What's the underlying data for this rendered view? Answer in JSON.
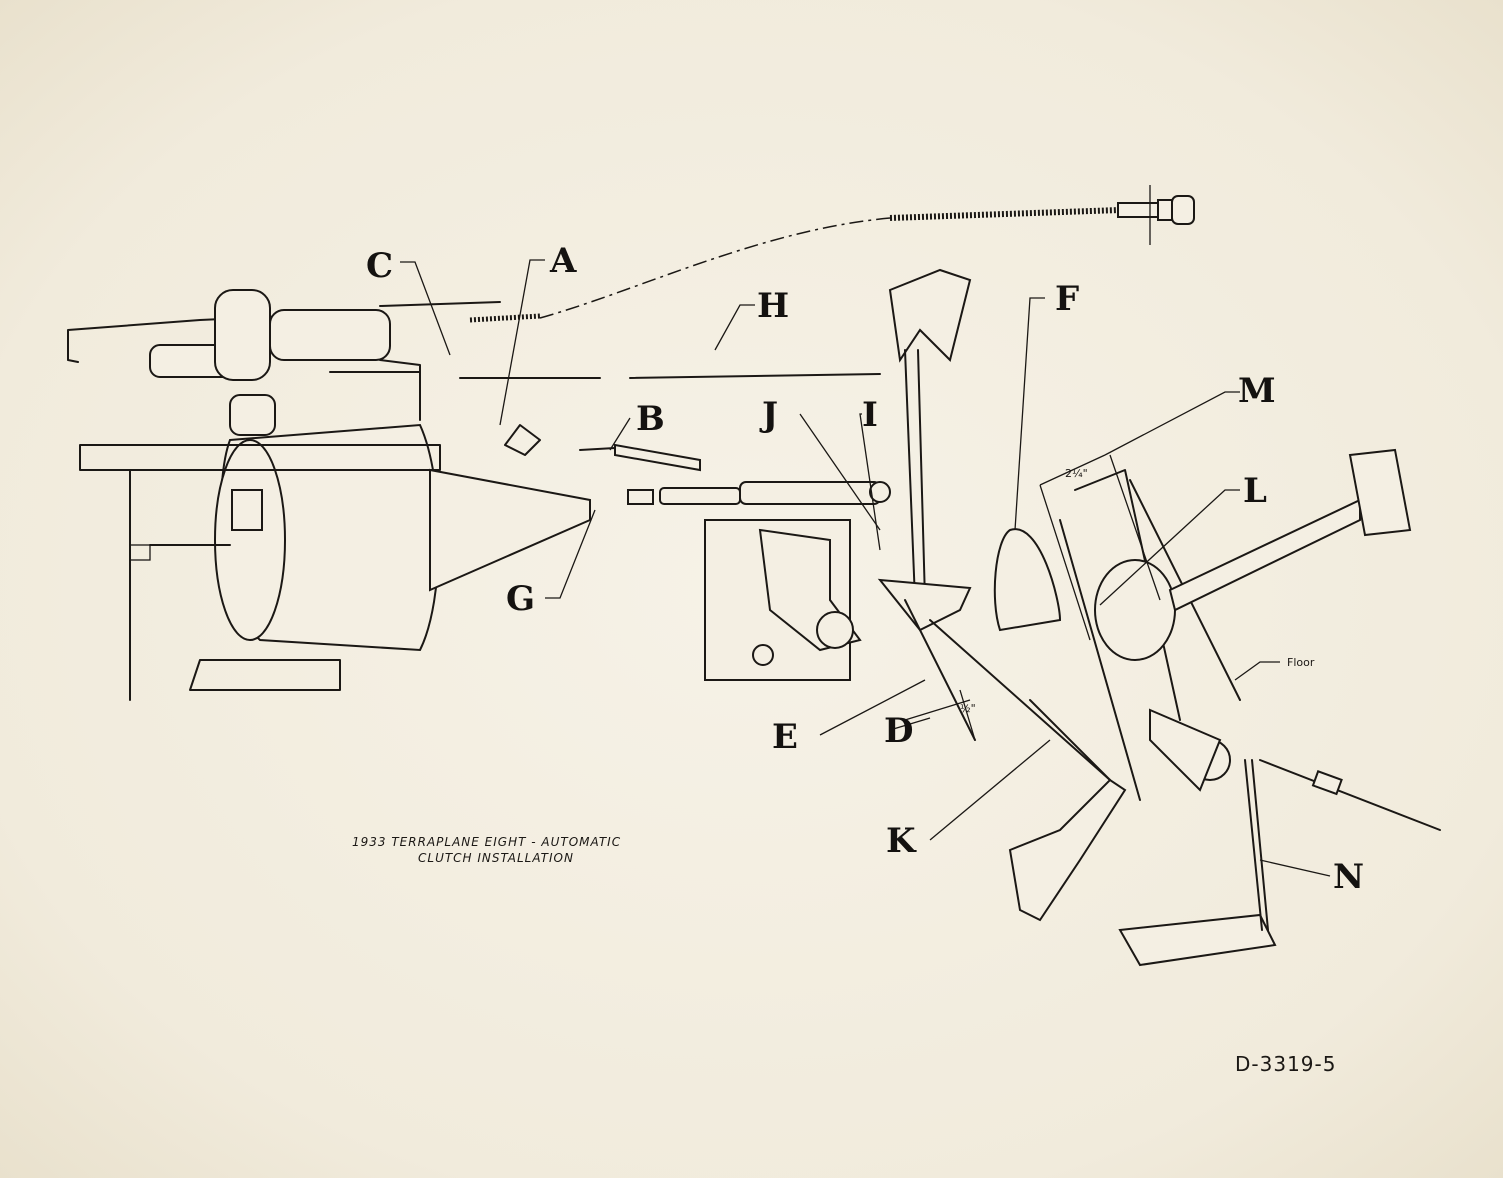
{
  "title_lines": [
    "1933 TERRAPLANE EIGHT - AUTOMATIC",
    "CLUTCH INSTALLATION"
  ],
  "drawing_number": "D-3319-5",
  "callouts": {
    "A": "A",
    "B": "B",
    "C": "C",
    "D": "D",
    "E": "E",
    "F": "F",
    "G": "G",
    "H": "H",
    "I": "I",
    "J": "J",
    "K": "K",
    "L": "L",
    "M": "M",
    "N": "N"
  },
  "annotations": {
    "floor": "Floor",
    "dim_m": "2¼\"",
    "dim_d": "½\""
  }
}
